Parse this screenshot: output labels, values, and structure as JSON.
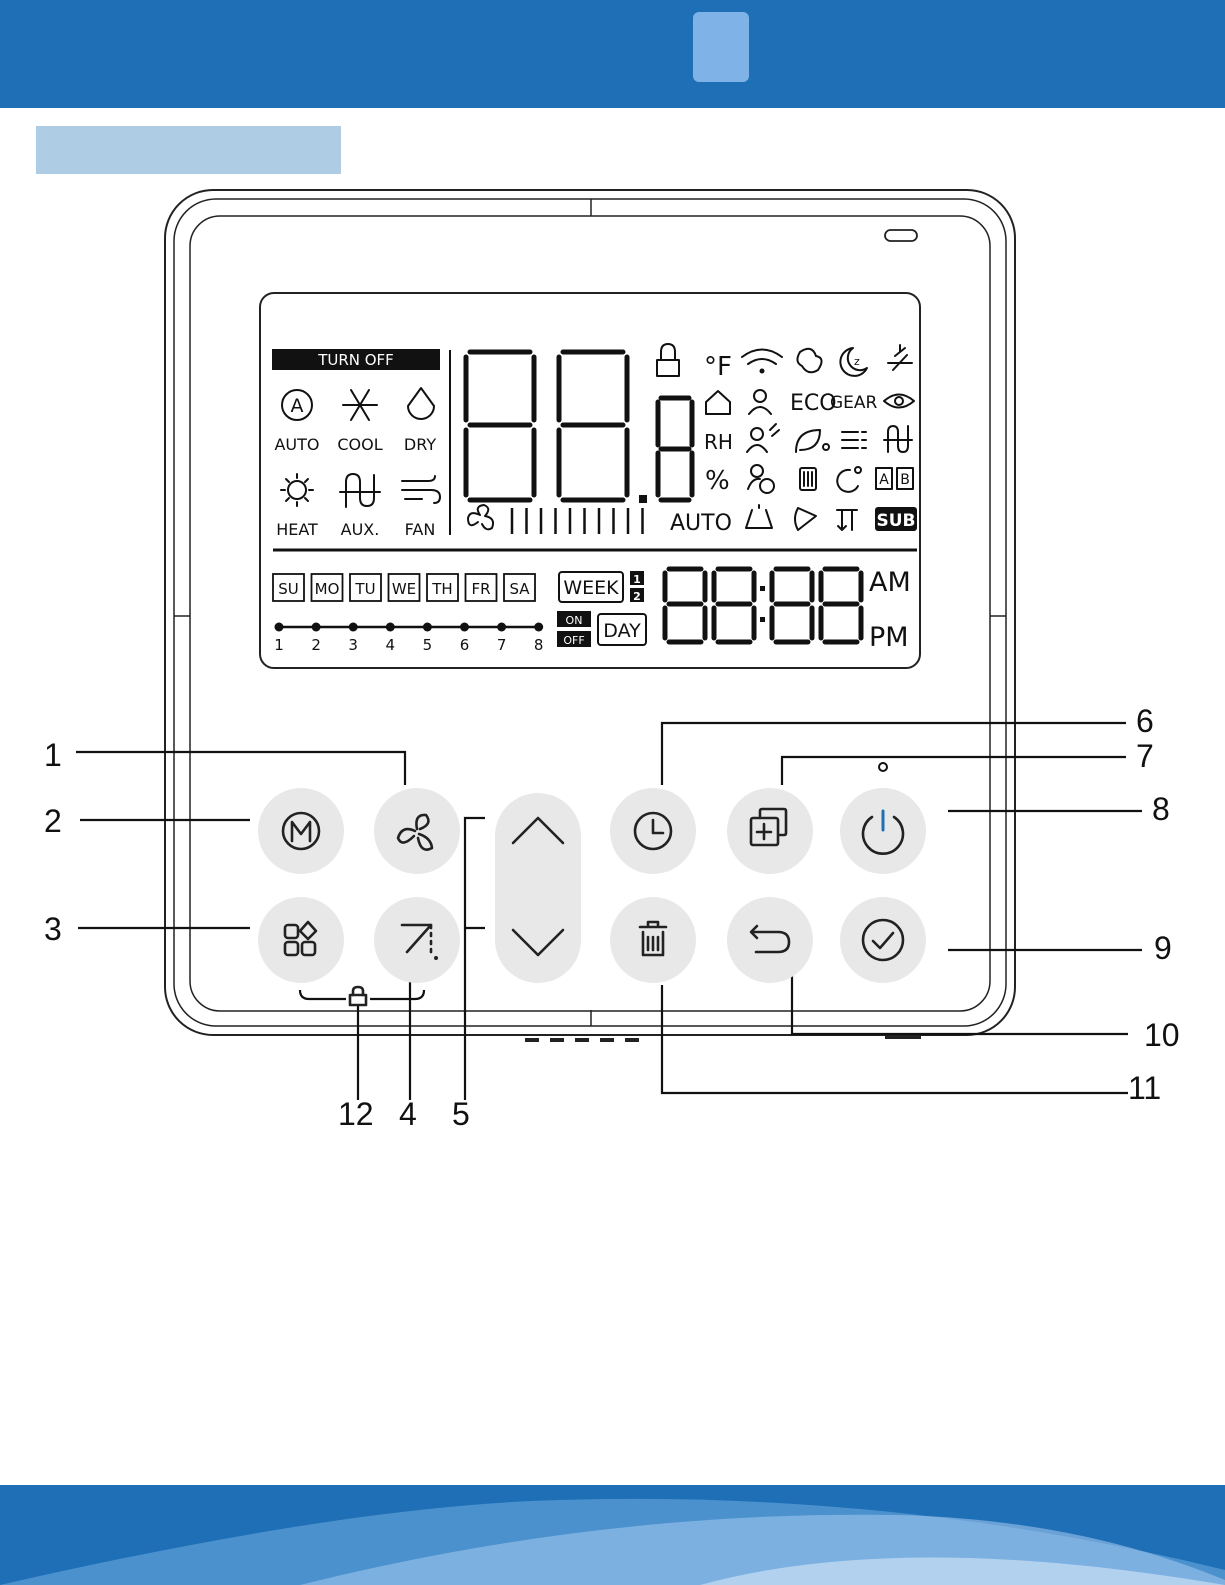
{
  "lcd": {
    "turn_off": "TURN  OFF",
    "modes": [
      "AUTO",
      "COOL",
      "DRY",
      "HEAT",
      "AUX.",
      "FAN"
    ],
    "icon_labels": {
      "fahrenheit": "°F",
      "eco": "ECO",
      "gear": "GEAR",
      "rh": "RH",
      "percent": "%",
      "auto": "AUTO",
      "sub": "SUB",
      "a": "A",
      "b": "B"
    },
    "days": [
      "SU",
      "MO",
      "TU",
      "WE",
      "TH",
      "FR",
      "SA"
    ],
    "week": "WEEK",
    "week_nums": [
      "1",
      "2"
    ],
    "periods": [
      "1",
      "2",
      "3",
      "4",
      "5",
      "6",
      "7",
      "8"
    ],
    "on": "ON",
    "off": "OFF",
    "day": "DAY",
    "am": "AM",
    "pm": "PM"
  },
  "callouts": {
    "c1": "1",
    "c2": "2",
    "c3": "3",
    "c4": "4",
    "c5": "5",
    "c6": "6",
    "c7": "7",
    "c8": "8",
    "c9": "9",
    "c10": "10",
    "c11": "11",
    "c12": "12"
  },
  "icons": [
    "mode-icon",
    "fan-icon",
    "function-icon",
    "swing-icon",
    "up-arrow-icon",
    "down-arrow-icon",
    "clock-icon",
    "copy-add-icon",
    "power-icon",
    "delete-icon",
    "back-icon",
    "confirm-icon",
    "lock-icon"
  ],
  "colors": {
    "header": "#1f6fb6",
    "header_tab": "#7fb2e6",
    "section_bar": "#aecde4",
    "button": "#e8e8e8",
    "power_accent": "#1f6fb6"
  }
}
